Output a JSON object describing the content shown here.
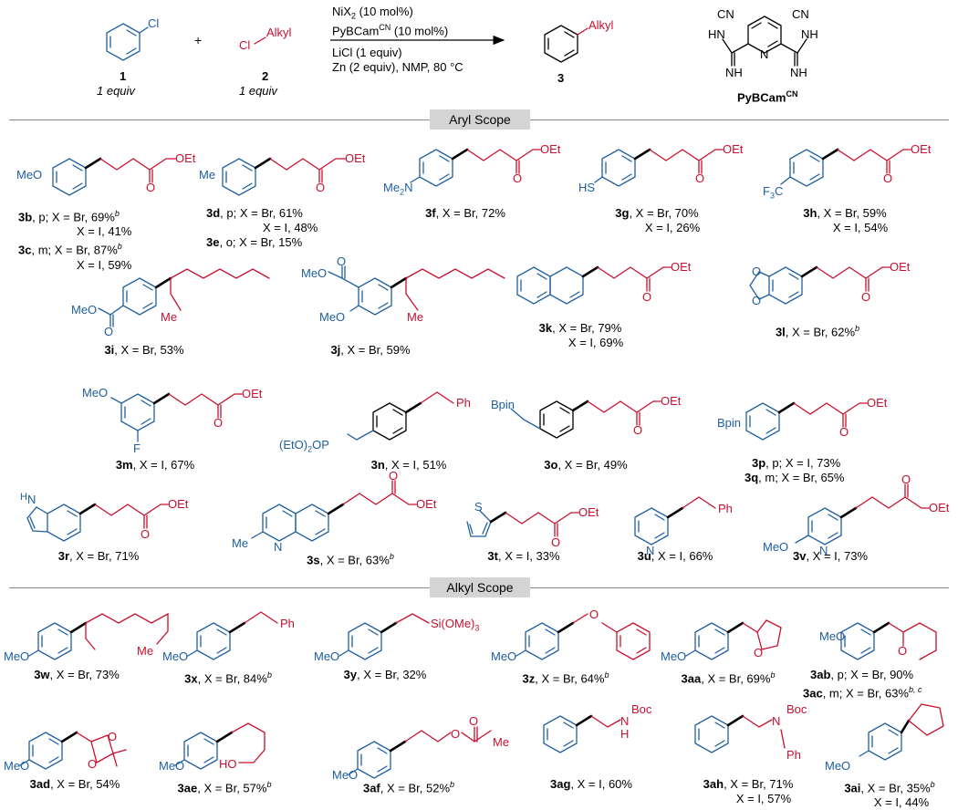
{
  "scheme": {
    "reactant1": {
      "label": "Cl",
      "number": "1",
      "equiv": "1 equiv"
    },
    "plus": "+",
    "reactant2": {
      "label_cl": "Cl",
      "label_alkyl": "Alkyl",
      "number": "2",
      "equiv": "1 equiv"
    },
    "conditions": [
      "NiX₂ (10 mol%)",
      "PyBCam^CN (10 mol%)",
      "LiCl (1 equiv)",
      "Zn (2 equiv), NMP, 80 °C"
    ],
    "cond_line1": "NiX",
    "cond_line1_sub": "2",
    "cond_line1_rest": " (10 mol%)",
    "cond_line2": "PyBCam",
    "cond_line2_sup": "CN",
    "cond_line2_rest": " (10 mol%)",
    "cond_line3": "LiCl (1 equiv)",
    "cond_line4": "Zn (2 equiv), NMP, 80 °C",
    "product": {
      "label": "Alkyl",
      "number": "3"
    },
    "ligand": {
      "name": "PyBCam",
      "name_sup": "CN",
      "cn": "CN",
      "nh": "NH",
      "hn": "HN",
      "n": "N",
      "h": "H"
    }
  },
  "sections": {
    "aryl": "Aryl Scope",
    "alkyl": "Alkyl Scope"
  },
  "entries": [
    {
      "id": "3b",
      "line1": ", p; X = Br, 69%",
      "sup1": "b",
      "line2": "X = I, 41%",
      "id2": "3c",
      "line3": ", m; X = Br, 87%",
      "sup3": "b",
      "line4": "X = I, 59%"
    },
    {
      "id": "3d",
      "line1": ", p; X = Br, 61%",
      "line2": "X = I, 48%",
      "id2": "3e",
      "line3": ", o; X = Br, 15%"
    },
    {
      "id": "3f",
      "line1": ", X = Br, 72%"
    },
    {
      "id": "3g",
      "line1": ", X = Br, 70%",
      "line2": "X = I, 26%"
    },
    {
      "id": "3h",
      "line1": ", X = Br, 59%",
      "line2": "X = I, 54%"
    },
    {
      "id": "3i",
      "line1": ", X = Br, 53%"
    },
    {
      "id": "3j",
      "line1": ", X = Br, 59%"
    },
    {
      "id": "3k",
      "line1": ", X = Br, 79%",
      "line2": "X = I, 69%"
    },
    {
      "id": "3l",
      "line1": ", X = Br, 62%",
      "sup1": "b"
    },
    {
      "id": "3m",
      "line1": ", X = I, 67%"
    },
    {
      "id": "3n",
      "line1": ", X = I, 51%"
    },
    {
      "id": "3o",
      "line1": ", X = Br, 49%"
    },
    {
      "id": "3p",
      "line1": ", p; X = I, 73%",
      "id2": "3q",
      "line3": ", m; X = Br, 65%"
    },
    {
      "id": "3r",
      "line1": ", X = Br, 71%"
    },
    {
      "id": "3s",
      "line1": ", X = Br, 63%",
      "sup1": "b"
    },
    {
      "id": "3t",
      "line1": ", X = I, 33%"
    },
    {
      "id": "3u",
      "line1": ", X = I, 66%"
    },
    {
      "id": "3v",
      "line1": ", X = I, 73%"
    },
    {
      "id": "3w",
      "line1": ", X = Br, 73%"
    },
    {
      "id": "3x",
      "line1": ", X = Br, 84%",
      "sup1": "b"
    },
    {
      "id": "3y",
      "line1": ", X = Br, 32%"
    },
    {
      "id": "3z",
      "line1": ", X = Br, 64%",
      "sup1": "b"
    },
    {
      "id": "3aa",
      "line1": ", X = Br, 69%",
      "sup1": "b"
    },
    {
      "id": "3ab",
      "line1": ", p; X = Br, 90%",
      "id2": "3ac",
      "line3": ", m; X = Br, 63%",
      "sup3": "b, c"
    },
    {
      "id": "3ad",
      "line1": ", X = Br, 54%"
    },
    {
      "id": "3ae",
      "line1": ", X = Br, 57%",
      "sup1": "b"
    },
    {
      "id": "3af",
      "line1": ", X = Br, 52%",
      "sup1": "b"
    },
    {
      "id": "3ag",
      "line1": ", X = I, 60%"
    },
    {
      "id": "3ah",
      "line1": ", X = Br, 71%",
      "line2": "X = I, 57%"
    },
    {
      "id": "3ai",
      "line1": ", X = Br, 35%",
      "sup1": "b",
      "line2": "X = I, 44%"
    }
  ],
  "atoms": {
    "meo": "MeO",
    "me": "Me",
    "me2n": "Me",
    "me2n_sub": "2",
    "n": "N",
    "oet": "OEt",
    "o": "O",
    "hs": "HS",
    "f3c": "F",
    "f3c_sub": "3",
    "f3c_c": "C",
    "meo2": "MeO",
    "f": "F",
    "eto": "(EtO)",
    "eto_sub": "2",
    "p": "P",
    "ph": "Ph",
    "bpin": "Bpin",
    "h": "H",
    "s": "S",
    "si": "Si(OMe)",
    "si_sub": "3",
    "ho": "HO",
    "boc": "Boc",
    "nh": "N",
    "nh_h": "H"
  }
}
